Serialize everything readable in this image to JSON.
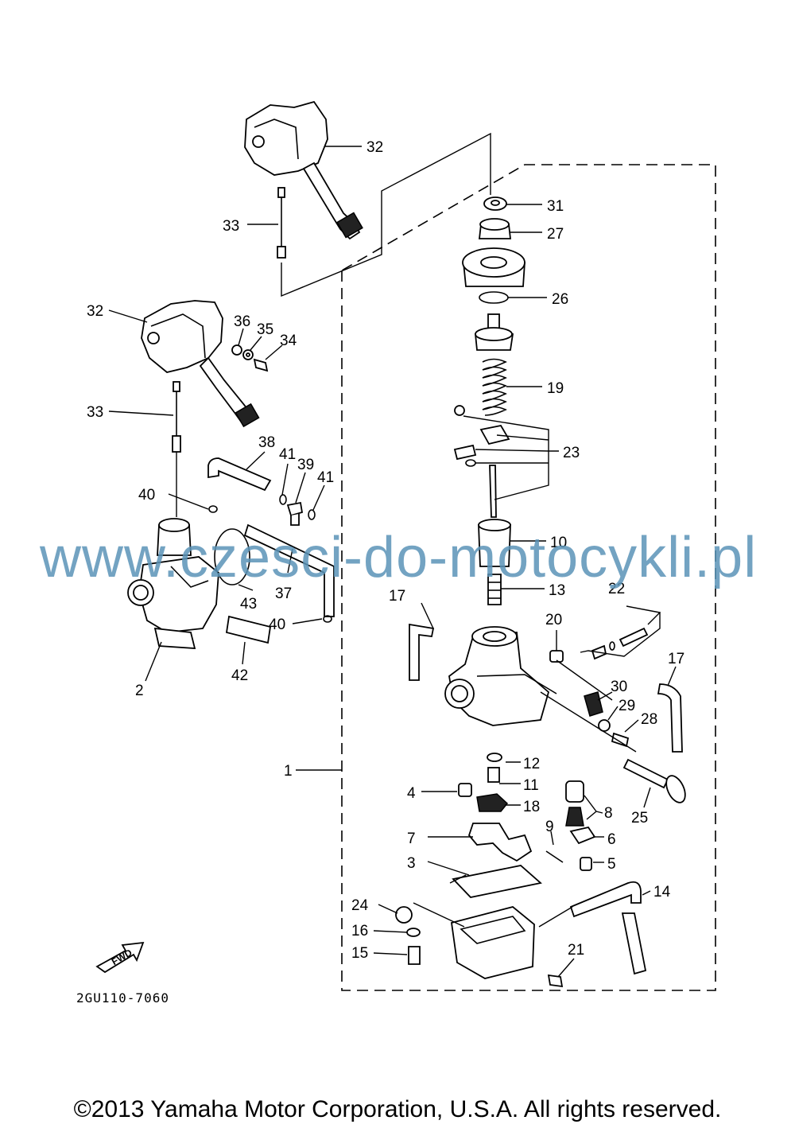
{
  "diagram": {
    "drawing_code": "2GU110-7060",
    "forward_label": "FWD",
    "watermark": "www.czesci-do-motocykli.pl",
    "copyright": "©2013 Yamaha Motor Corporation, U.S.A. All rights reserved.",
    "callouts": [
      "1",
      "2",
      "3",
      "4",
      "5",
      "6",
      "7",
      "8",
      "9",
      "10",
      "11",
      "12",
      "13",
      "14",
      "15",
      "16",
      "17",
      "18",
      "19",
      "20",
      "21",
      "22",
      "23",
      "24",
      "25",
      "26",
      "27",
      "28",
      "29",
      "30",
      "31",
      "32",
      "33",
      "34",
      "35",
      "36",
      "37",
      "38",
      "39",
      "40",
      "41",
      "42",
      "43"
    ]
  }
}
